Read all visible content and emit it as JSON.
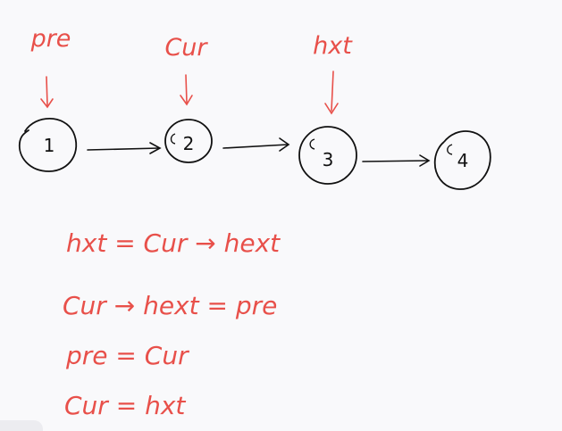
{
  "colors": {
    "background": "#f9f9fb",
    "ink": "#111111",
    "annotation": "#e8504a"
  },
  "pointers": [
    {
      "label": "pre",
      "target_node": 0
    },
    {
      "label": "Cur",
      "target_node": 1
    },
    {
      "label": "hxt",
      "target_node": 2
    }
  ],
  "nodes": [
    {
      "label": "1"
    },
    {
      "label": "2"
    },
    {
      "label": "3"
    },
    {
      "label": "4"
    }
  ],
  "code_lines": [
    "hxt = Cur → hext",
    "Cur → hext = pre",
    "pre = Cur",
    "Cur = hxt"
  ]
}
